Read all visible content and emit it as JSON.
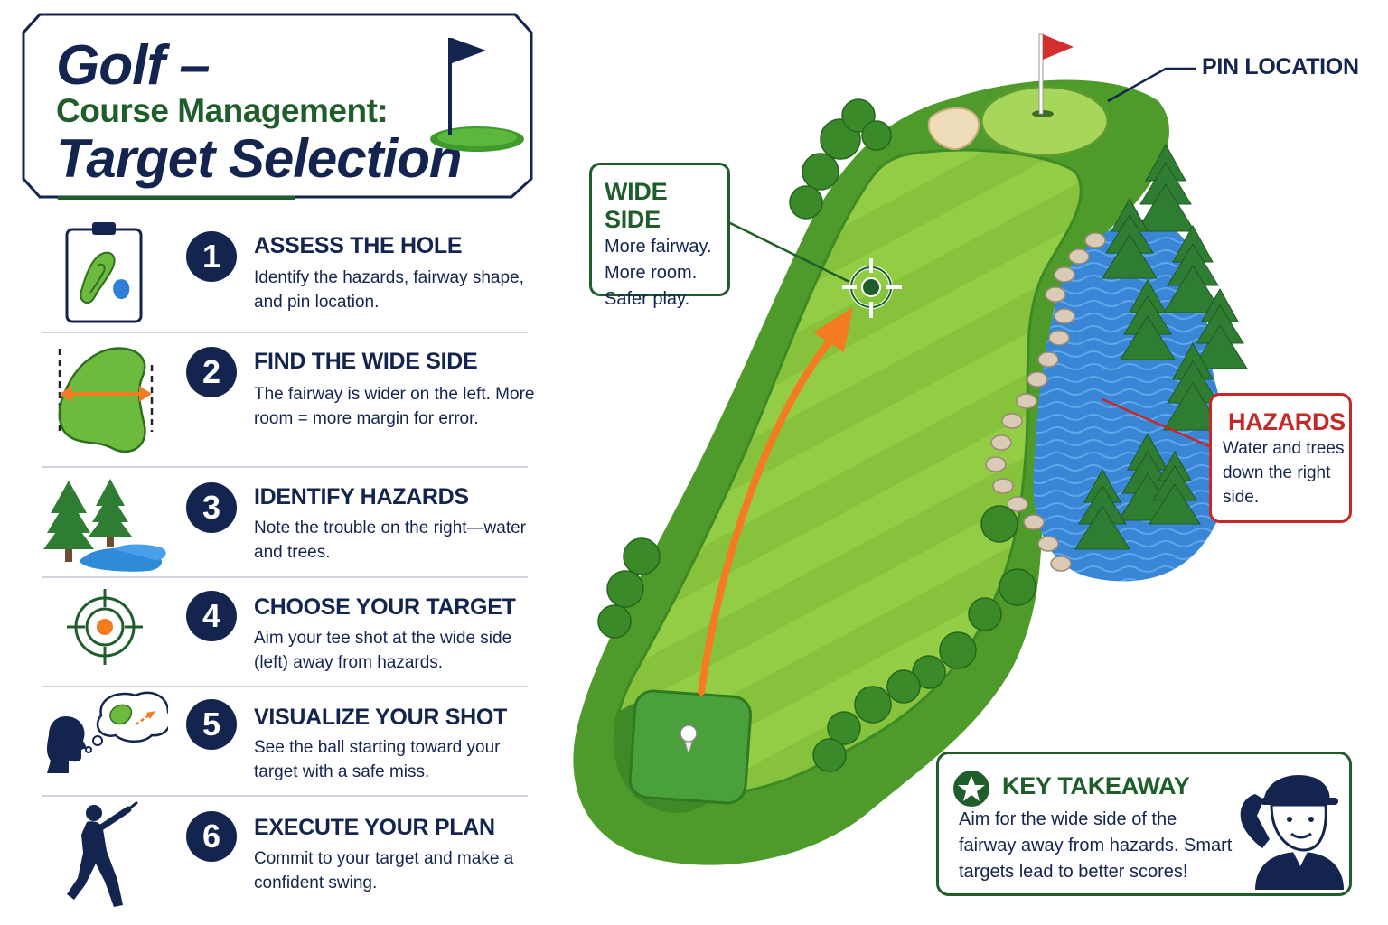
{
  "title": {
    "line1": "Golf –",
    "line2": "Course Management:",
    "line3": "Target Selection"
  },
  "steps": [
    {
      "number": "1",
      "heading": "ASSESS THE HOLE",
      "body": "Identify the hazards, fairway shape, and pin location.",
      "icon": "clipboard-hole-map-icon"
    },
    {
      "number": "2",
      "heading": "FIND THE WIDE SIDE",
      "body": "The fairway is wider on the left. More room = more margin for error.",
      "icon": "fairway-width-icon"
    },
    {
      "number": "3",
      "heading": "IDENTIFY HAZARDS",
      "body": "Note the trouble on the right—water and trees.",
      "icon": "trees-water-icon"
    },
    {
      "number": "4",
      "heading": "CHOOSE YOUR TARGET",
      "body": "Aim your tee shot at the wide side (left) away from hazards.",
      "icon": "crosshair-target-icon"
    },
    {
      "number": "5",
      "heading": "VISUALIZE YOUR SHOT",
      "body": "See the ball starting toward your target with a safe miss.",
      "icon": "visualize-thought-icon"
    },
    {
      "number": "6",
      "heading": "EXECUTE YOUR PLAN",
      "body": "Commit to your target and make a confident swing.",
      "icon": "golfer-swing-icon"
    }
  ],
  "callouts": {
    "wide_side": {
      "heading": "WIDE SIDE",
      "lines": [
        "More fairway.",
        "More room.",
        "Safer play."
      ]
    },
    "pin_location": {
      "label": "PIN LOCATION"
    },
    "hazards": {
      "heading": "HAZARDS",
      "lines": [
        "Water and trees",
        "down the right",
        "side."
      ]
    }
  },
  "takeaway": {
    "heading": "KEY TAKEAWAY",
    "body": "Aim for the wide side of the fairway away from hazards. Smart targets lead to better scores!"
  },
  "colors": {
    "navy": "#13254f",
    "dark_green": "#1f5e2a",
    "fairway": "#8cc63f",
    "rough": "#4e9a2b",
    "water": "#3a86d6",
    "arrow": "#f47b20",
    "hazard_red": "#c62828",
    "flag_red": "#d32f2f"
  }
}
